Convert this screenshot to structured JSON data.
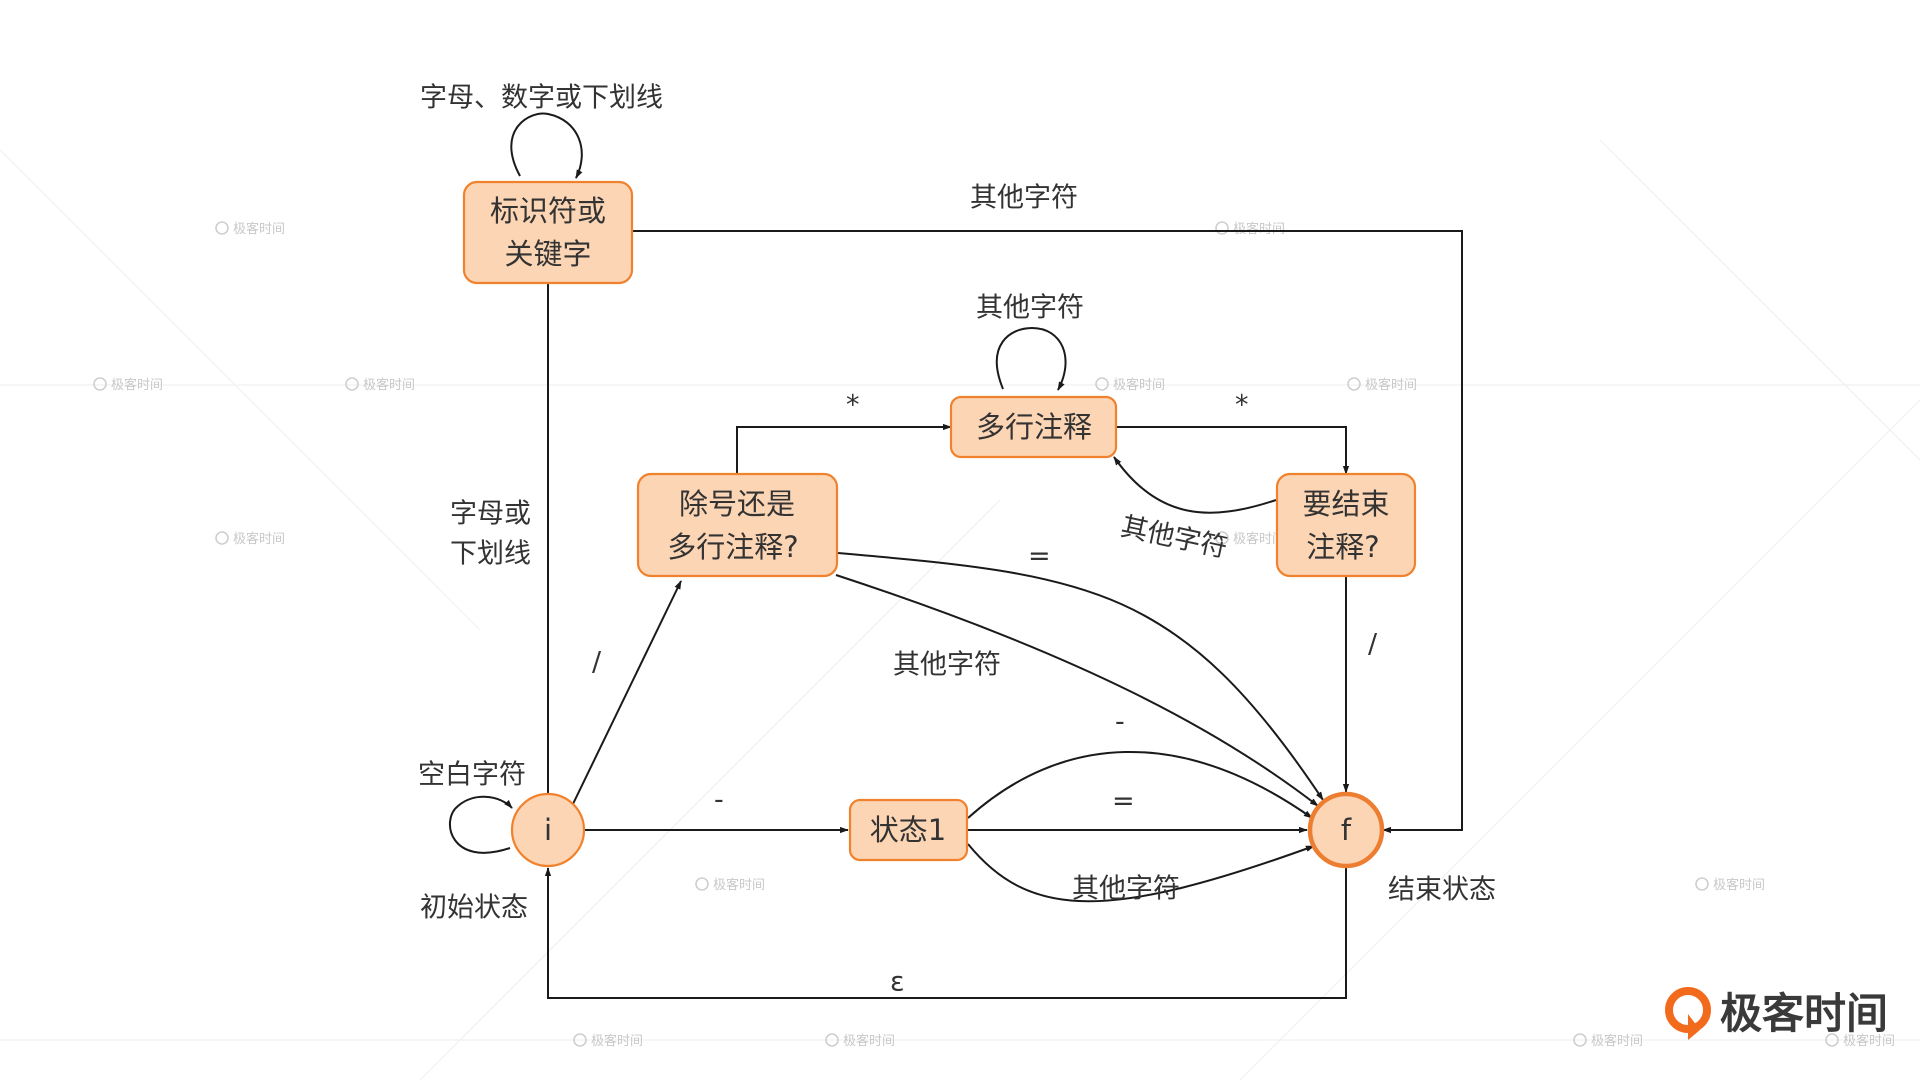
{
  "states": {
    "ident": {
      "line1": "标识符或",
      "line2": "关键字"
    },
    "multi_comment": "多行注释",
    "div_or_comment": {
      "line1": "除号还是",
      "line2": "多行注释?"
    },
    "end_comment": {
      "line1": "要结束",
      "line2": "注释?"
    },
    "state1": "状态1",
    "initial": "i",
    "final": "f"
  },
  "labels": {
    "ident_loop": "字母、数字或下划线",
    "ident_to_final": "其他字符",
    "comment_loop": "其他字符",
    "star_left": "*",
    "star_right": "*",
    "letter_or_line1": "字母或",
    "letter_or_line2": "下划线",
    "end_to_comment": "其他字符",
    "div_eq": "=",
    "div_other": "其他字符",
    "slash_left": "/",
    "slash_right": "/",
    "whitespace": "空白字符",
    "initial_state": "初始状态",
    "final_state": "结束状态",
    "minus_to_state1": "-",
    "s1_minus": "-",
    "s1_eq": "=",
    "s1_other": "其他字符",
    "epsilon": "ε"
  },
  "watermark": "极客时间",
  "brand": {
    "name": "极客时间",
    "color": "#f26b1d"
  },
  "colors": {
    "node_fill": "#fcd5b5",
    "node_stroke": "#f0822e",
    "edge": "#1a1a1a"
  }
}
